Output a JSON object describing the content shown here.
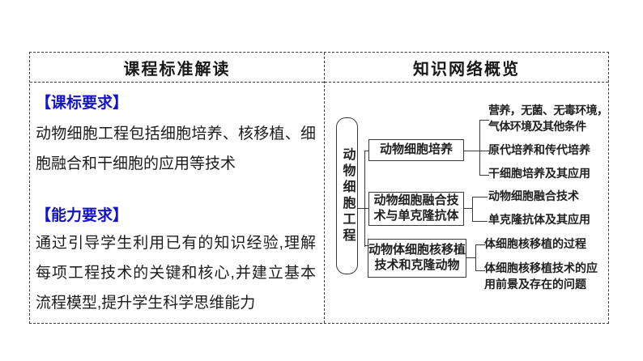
{
  "window": {
    "background": "#ffffff"
  },
  "colors": {
    "accent_blue": "#1414c4",
    "line": "#3a3a3a",
    "text": "#1d1d1d"
  },
  "left_panel": {
    "header": "课程标准解读",
    "sections": [
      {
        "heading": "【课标要求】",
        "body": "动物细胞工程包括细胞培养、核移植、细胞融合和干细胞的应用等技术"
      },
      {
        "heading": "【能力要求】",
        "body": "通过引导学生利用已有的知识经验,理解每项工程技术的关键和核心,并建立基本流程模型,提升学生科学思维能力"
      }
    ]
  },
  "right_panel": {
    "header": "知识网络概览",
    "diagram": {
      "root": "动物细胞工程",
      "branches": [
        {
          "label": "动物细胞培养",
          "children": [
            "营养，无菌、无毒环境，\n气体环境及其他条件",
            "原代培养和传代培养",
            "干细胞培养及其应用"
          ]
        },
        {
          "label": "动物细胞融合技\n术与单克隆抗体",
          "children": [
            "动物细胞融合技术",
            "单克隆抗体及其应用"
          ]
        },
        {
          "label": "动物体细胞核移植\n技术和克隆动物",
          "children": [
            "体细胞核移植的过程",
            "体细胞核移植技术的应\n用前景及存在的问题"
          ]
        }
      ]
    }
  }
}
